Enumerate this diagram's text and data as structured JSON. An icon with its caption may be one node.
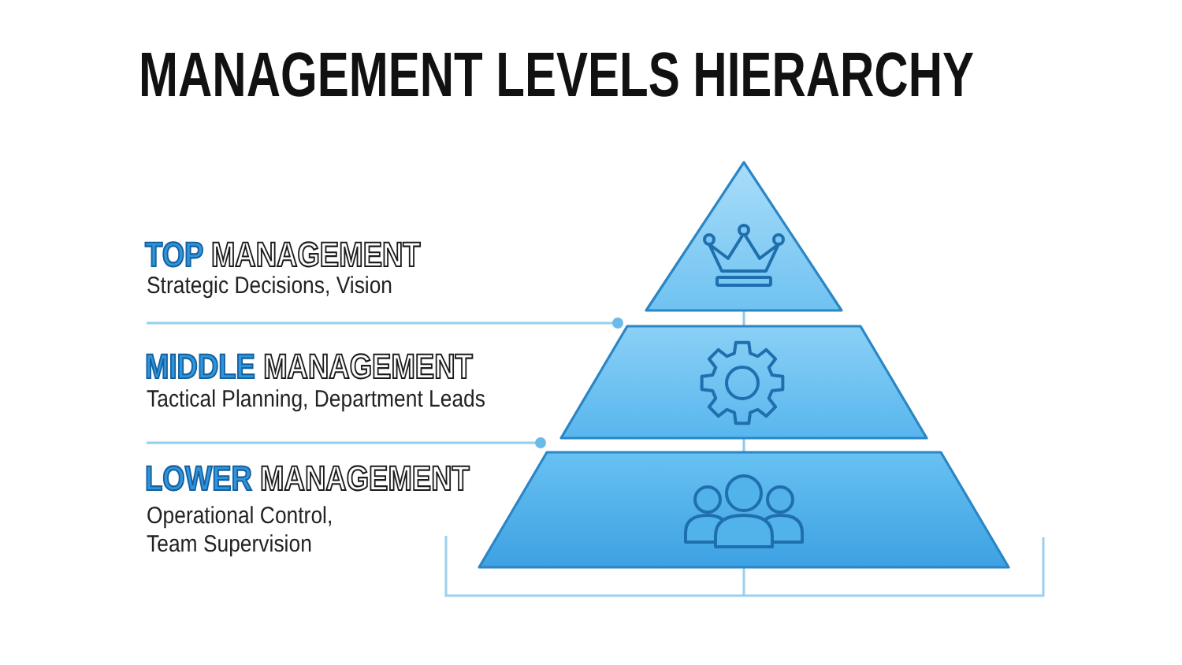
{
  "diagram": {
    "title": "MANAGEMENT LEVELS HIERARCHY",
    "nodes": [
      {
        "text": [],
        "shape": "triangle",
        "beside": [
          "TOP MANAGEMENT",
          "Strategic Decisions, Vision"
        ]
      },
      {
        "text": [],
        "shape": "trapezoid",
        "beside": [
          "MIDDLE MANAGEMENT",
          "Tactical Planning, Department Leads"
        ]
      },
      {
        "text": [],
        "shape": "trapezoid",
        "beside": [
          "LOWER MANAGEMENT",
          "Operational Control, Team Supervision"
        ]
      }
    ],
    "edges": [
      {
        "from": 0,
        "to": 1,
        "arrow": "none"
      },
      {
        "from": 1,
        "to": 2,
        "arrow": "none"
      }
    ]
  }
}
